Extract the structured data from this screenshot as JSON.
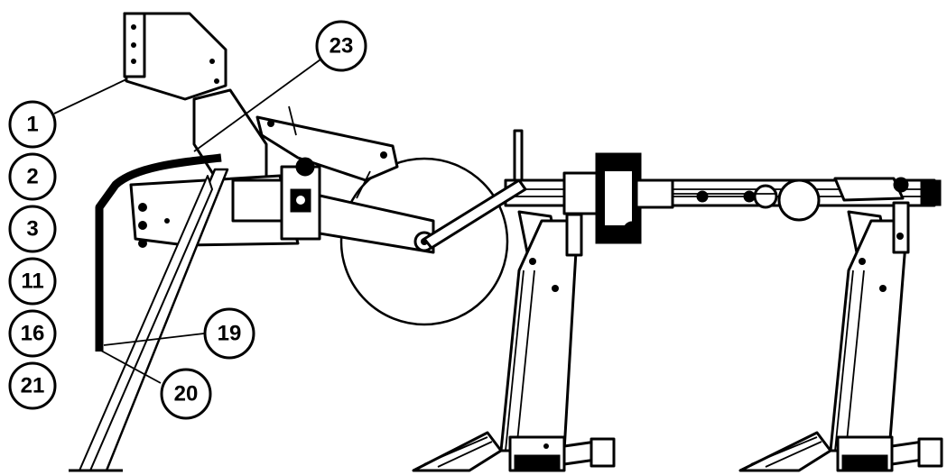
{
  "callouts": {
    "c1": "1",
    "c2": "2",
    "c3": "3",
    "c11": "11",
    "c16": "16",
    "c21": "21",
    "c19": "19",
    "c20": "20",
    "c23": "23"
  },
  "colors": {
    "line": "#000000",
    "background": "#ffffff"
  }
}
